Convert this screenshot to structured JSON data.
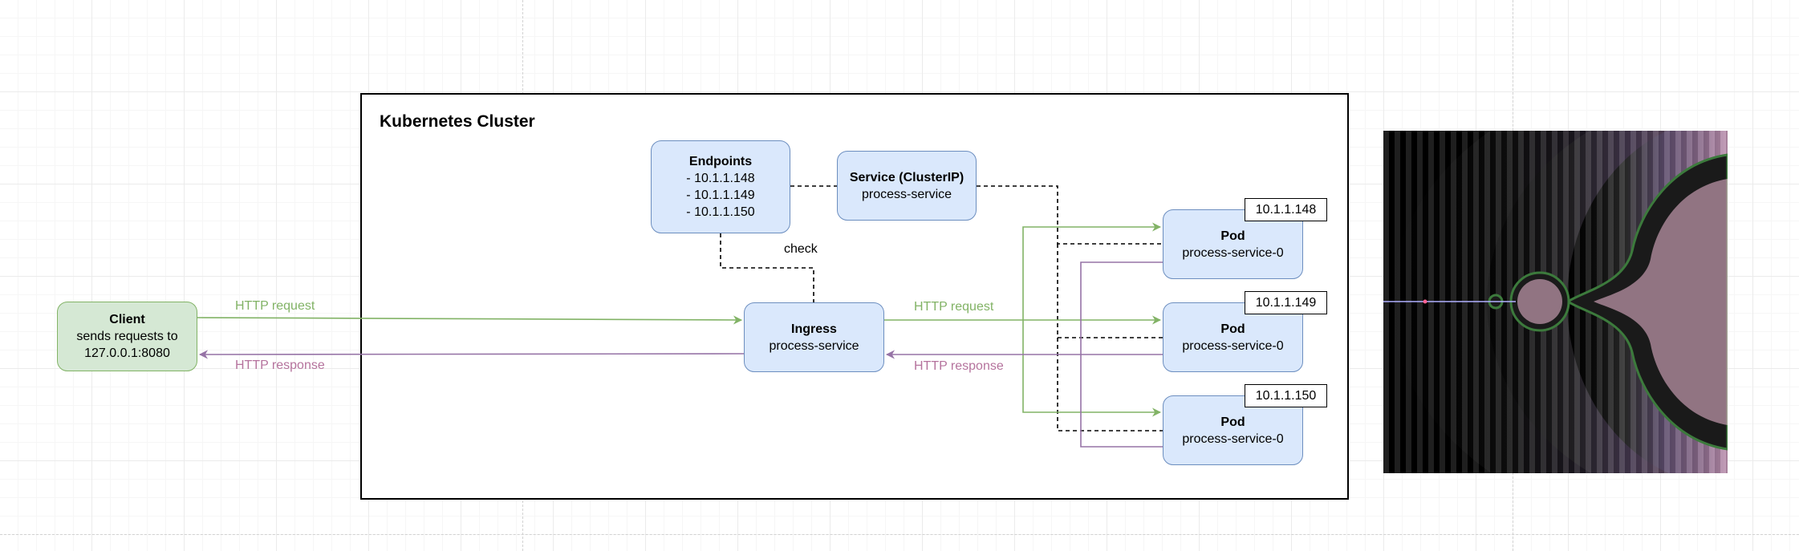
{
  "cluster": {
    "title": "Kubernetes Cluster"
  },
  "client": {
    "title": "Client",
    "line1": "sends requests to",
    "line2": "127.0.0.1:8080"
  },
  "endpoints": {
    "title": "Endpoints",
    "items": [
      "- 10.1.1.148",
      "- 10.1.1.149",
      "- 10.1.1.150"
    ]
  },
  "service": {
    "title": "Service (ClusterIP)",
    "name": "process-service"
  },
  "ingress": {
    "title": "Ingress",
    "name": "process-service"
  },
  "pods": [
    {
      "title": "Pod",
      "name": "process-service-0",
      "ip": "10.1.1.148"
    },
    {
      "title": "Pod",
      "name": "process-service-0",
      "ip": "10.1.1.149"
    },
    {
      "title": "Pod",
      "name": "process-service-0",
      "ip": "10.1.1.150"
    }
  ],
  "edge_labels": {
    "client_request": "HTTP request",
    "client_response": "HTTP response",
    "ingress_request": "HTTP request",
    "ingress_response": "HTTP response",
    "check": "check"
  },
  "colors": {
    "request": "#82b366",
    "response": "#9673a6",
    "request_label": "#82b366",
    "response_label": "#b5739d",
    "blue_fill": "#dae8fc",
    "blue_stroke": "#6c8ebf",
    "green_fill": "#d5e8d4",
    "green_stroke": "#82b366"
  }
}
